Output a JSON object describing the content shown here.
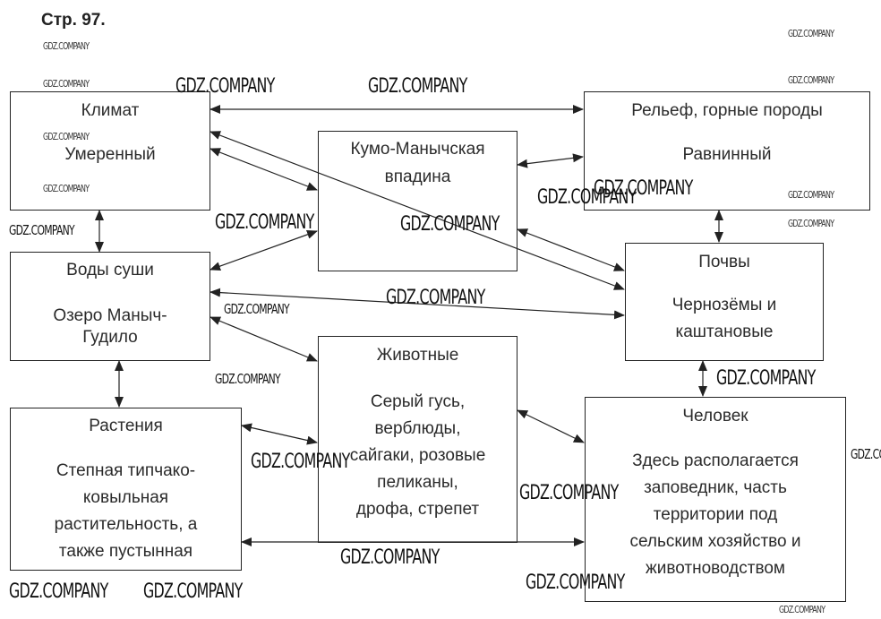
{
  "page": {
    "title": "Стр. 97."
  },
  "nodes": {
    "climate": {
      "title": "Климат",
      "body": [
        "Умеренный"
      ]
    },
    "relief": {
      "title": "Рельеф, горные породы",
      "body": [
        "Равнинный"
      ]
    },
    "center": {
      "title": "Кумо-Манычская",
      "body": [
        "впадина"
      ]
    },
    "waters": {
      "title": "Воды суши",
      "body": [
        "Озеро Маныч-",
        "Гудило"
      ]
    },
    "soils": {
      "title": "Почвы",
      "body": [
        "Чернозёмы и",
        "каштановые"
      ]
    },
    "animals": {
      "title": "Животные",
      "body": [
        "Серый гусь,",
        "верблюды,",
        "сайгаки, розовые",
        "пеликаны,",
        "дрофа, стрепет"
      ]
    },
    "plants": {
      "title": "Растения",
      "body": [
        "Степная типчако-",
        "ковыльная",
        "растительность, а",
        "также пустынная"
      ]
    },
    "human": {
      "title": "Человек",
      "body": [
        "Здесь располагается",
        "заповедник, часть",
        "территории под",
        "сельским хозяйство и",
        "животноводством"
      ]
    }
  },
  "links": [
    {
      "from": "climate",
      "to": "relief",
      "direction": "both"
    },
    {
      "from": "climate",
      "to": "center",
      "direction": "both"
    },
    {
      "from": "climate",
      "to": "soils",
      "direction": "to-climate-and-soils"
    },
    {
      "from": "climate",
      "to": "waters",
      "direction": "both"
    },
    {
      "from": "center",
      "to": "relief",
      "direction": "both"
    },
    {
      "from": "center",
      "to": "waters",
      "direction": "both"
    },
    {
      "from": "center",
      "to": "soils",
      "direction": "both"
    },
    {
      "from": "relief",
      "to": "soils",
      "direction": "both"
    },
    {
      "from": "waters",
      "to": "soils",
      "direction": "both"
    },
    {
      "from": "waters",
      "to": "animals",
      "direction": "both"
    },
    {
      "from": "waters",
      "to": "plants",
      "direction": "both"
    },
    {
      "from": "soils",
      "to": "human",
      "direction": "both"
    },
    {
      "from": "animals",
      "to": "plants",
      "direction": "both"
    },
    {
      "from": "animals",
      "to": "human",
      "direction": "both"
    },
    {
      "from": "plants",
      "to": "human",
      "direction": "both"
    }
  ],
  "watermark": {
    "text": "GDZ.COMPANY"
  },
  "colors": {
    "line": "#222222",
    "text": "#2b2b2b"
  }
}
